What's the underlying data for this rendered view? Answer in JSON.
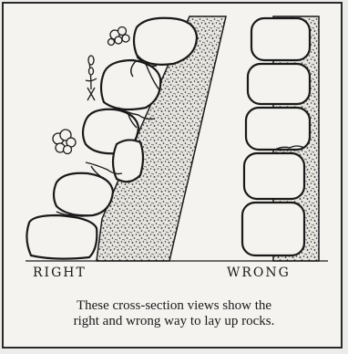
{
  "labels": {
    "right": "RIGHT",
    "wrong": "WRONG"
  },
  "caption": {
    "line1": "These cross-section views show the",
    "line2": "right and wrong way to lay up rocks."
  },
  "colors": {
    "ink": "#1a1a1a",
    "paper": "#f4f3f0",
    "soil": "#d9d8d2"
  }
}
